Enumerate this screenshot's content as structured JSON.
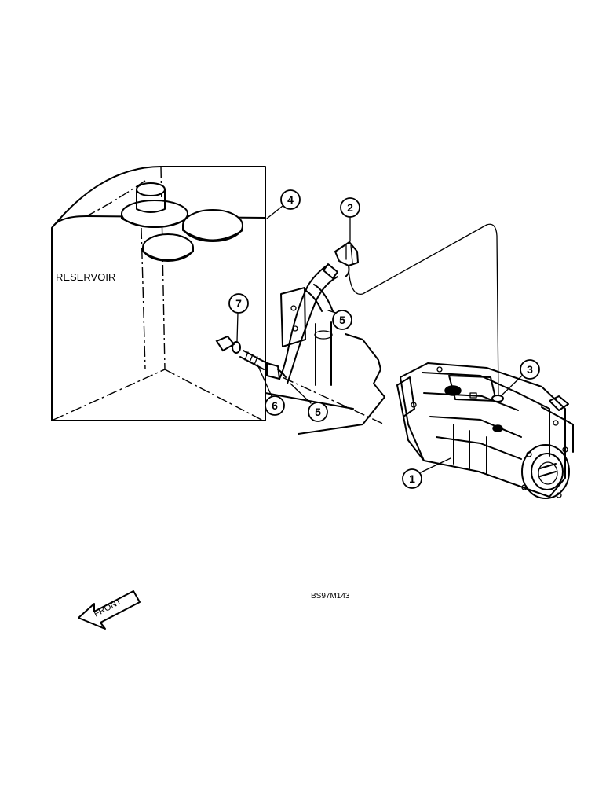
{
  "diagram": {
    "reservoir_label": "RESERVOIR",
    "drawing_number": "BS97M143",
    "front_label": "FRONT",
    "callouts": [
      "1",
      "2",
      "3",
      "4",
      "5",
      "5",
      "6",
      "7"
    ]
  }
}
